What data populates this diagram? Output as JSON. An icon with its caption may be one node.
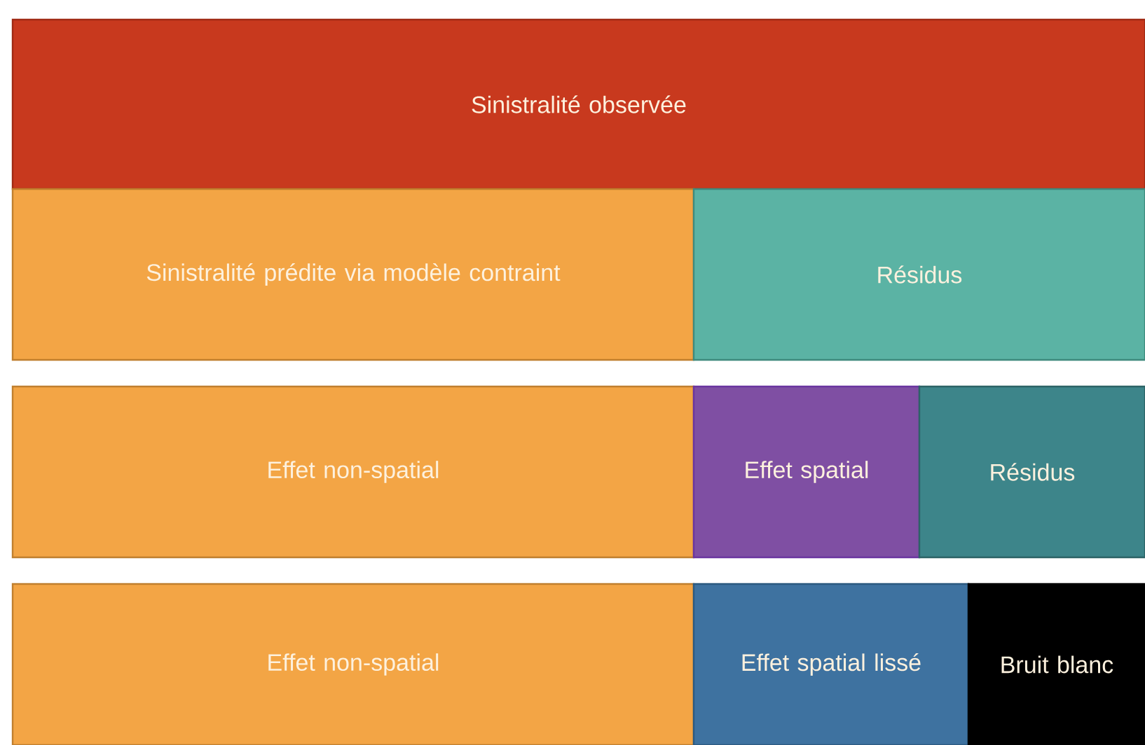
{
  "diagram": {
    "nodes": [
      {
        "text": [
          "Sinistralité observée"
        ]
      },
      {
        "text": [
          "Sinistralité prédite via modèle contraint"
        ]
      },
      {
        "text": [
          "Résidus"
        ]
      },
      {
        "text": [
          "Effet non-spatial"
        ]
      },
      {
        "text": [
          "Effet spatial"
        ]
      },
      {
        "text": [
          "Résidus"
        ]
      },
      {
        "text": [
          "Effet non-spatial"
        ]
      },
      {
        "text": [
          "Effet spatial lissé"
        ]
      },
      {
        "text": [
          "Bruit blanc"
        ]
      }
    ]
  }
}
